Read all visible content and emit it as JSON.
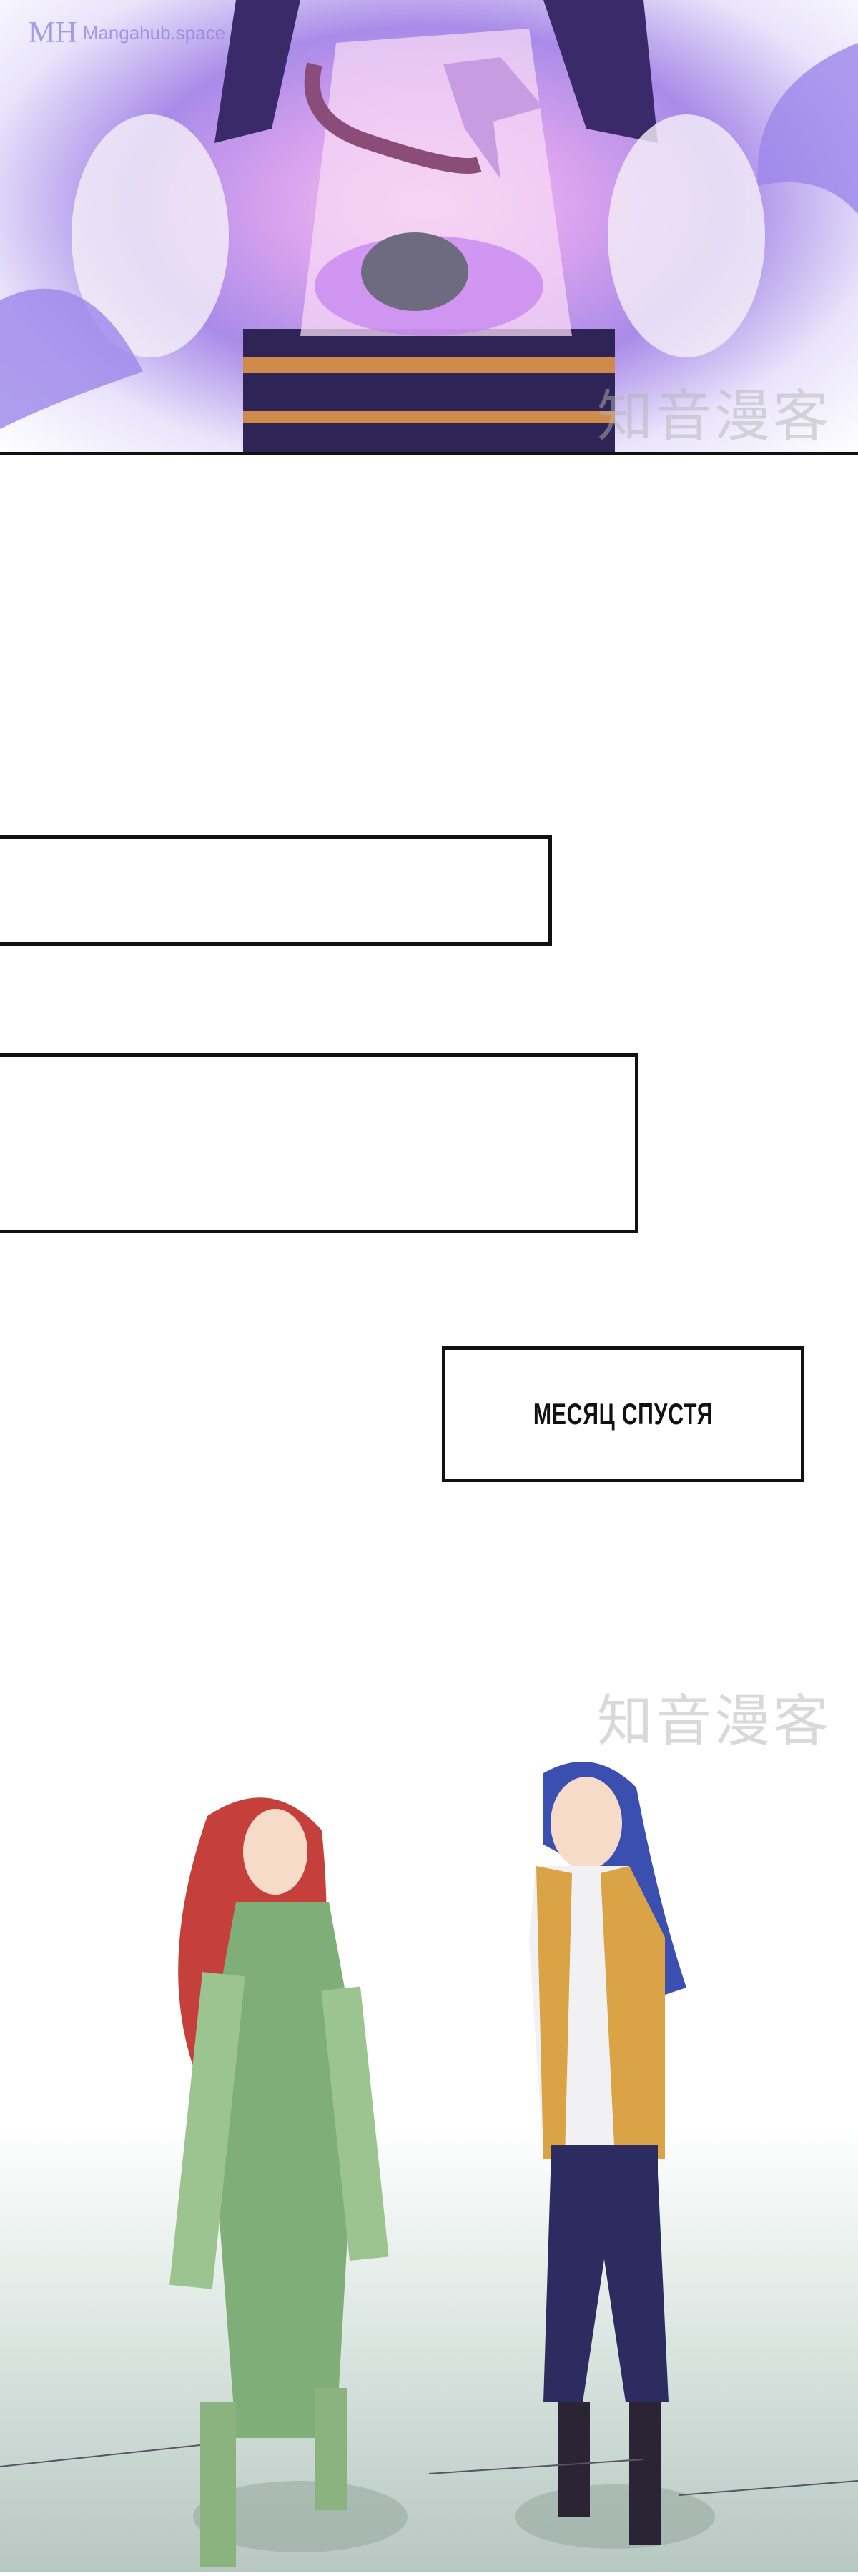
{
  "watermark_site": "Mangahub.space",
  "watermark_logo": "MH",
  "watermark_cn": "知音漫客",
  "caption_box": {
    "text": "МЕСЯЦ СПУСТЯ"
  }
}
